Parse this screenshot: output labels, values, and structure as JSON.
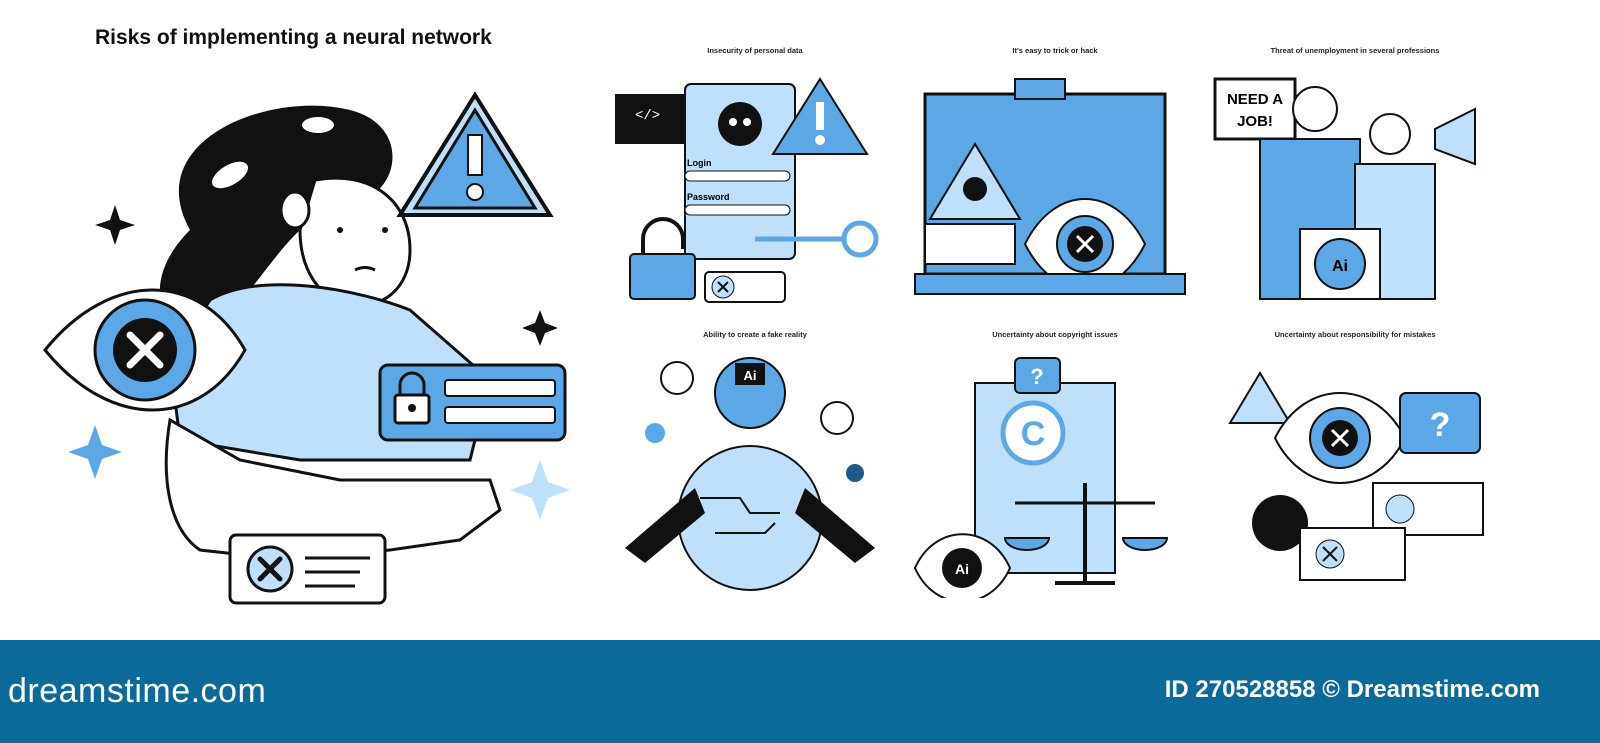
{
  "title": "Risks of implementing a neural network",
  "colors": {
    "accent": "#5ca8e6",
    "light_accent": "#bfe0fa",
    "ink": "#111111",
    "footer_bg": "#0c6a9a"
  },
  "hero": {
    "form_icons": [
      "lock-icon",
      "password-dots"
    ],
    "eye_icon": "blocked-eye-icon",
    "warning_icon": "warning-icon"
  },
  "panels": [
    {
      "id": "personal-data",
      "title": "Insecurity of personal data",
      "code_tag": "</>",
      "login_label": "Login",
      "password_label": "Password"
    },
    {
      "id": "hack",
      "title": "It's easy to trick or hack"
    },
    {
      "id": "unemployment",
      "title": "Threat of unemployment in several professions",
      "sign_line1": "NEED A",
      "sign_line2": "JOB!",
      "ai_badge": "Ai"
    },
    {
      "id": "fake-reality",
      "title": "Ability to create a fake reality",
      "ai_badge": "Ai"
    },
    {
      "id": "copyright",
      "title": "Uncertainty about copyright issues",
      "copyright_symbol": "C",
      "question": "?",
      "ai_badge": "Ai"
    },
    {
      "id": "responsibility",
      "title": "Uncertainty about responsibility for mistakes",
      "question": "?"
    }
  ],
  "footer": {
    "brand": "dreamstime.com",
    "stock_id": "ID 270528858 © Dreamstime.com"
  }
}
